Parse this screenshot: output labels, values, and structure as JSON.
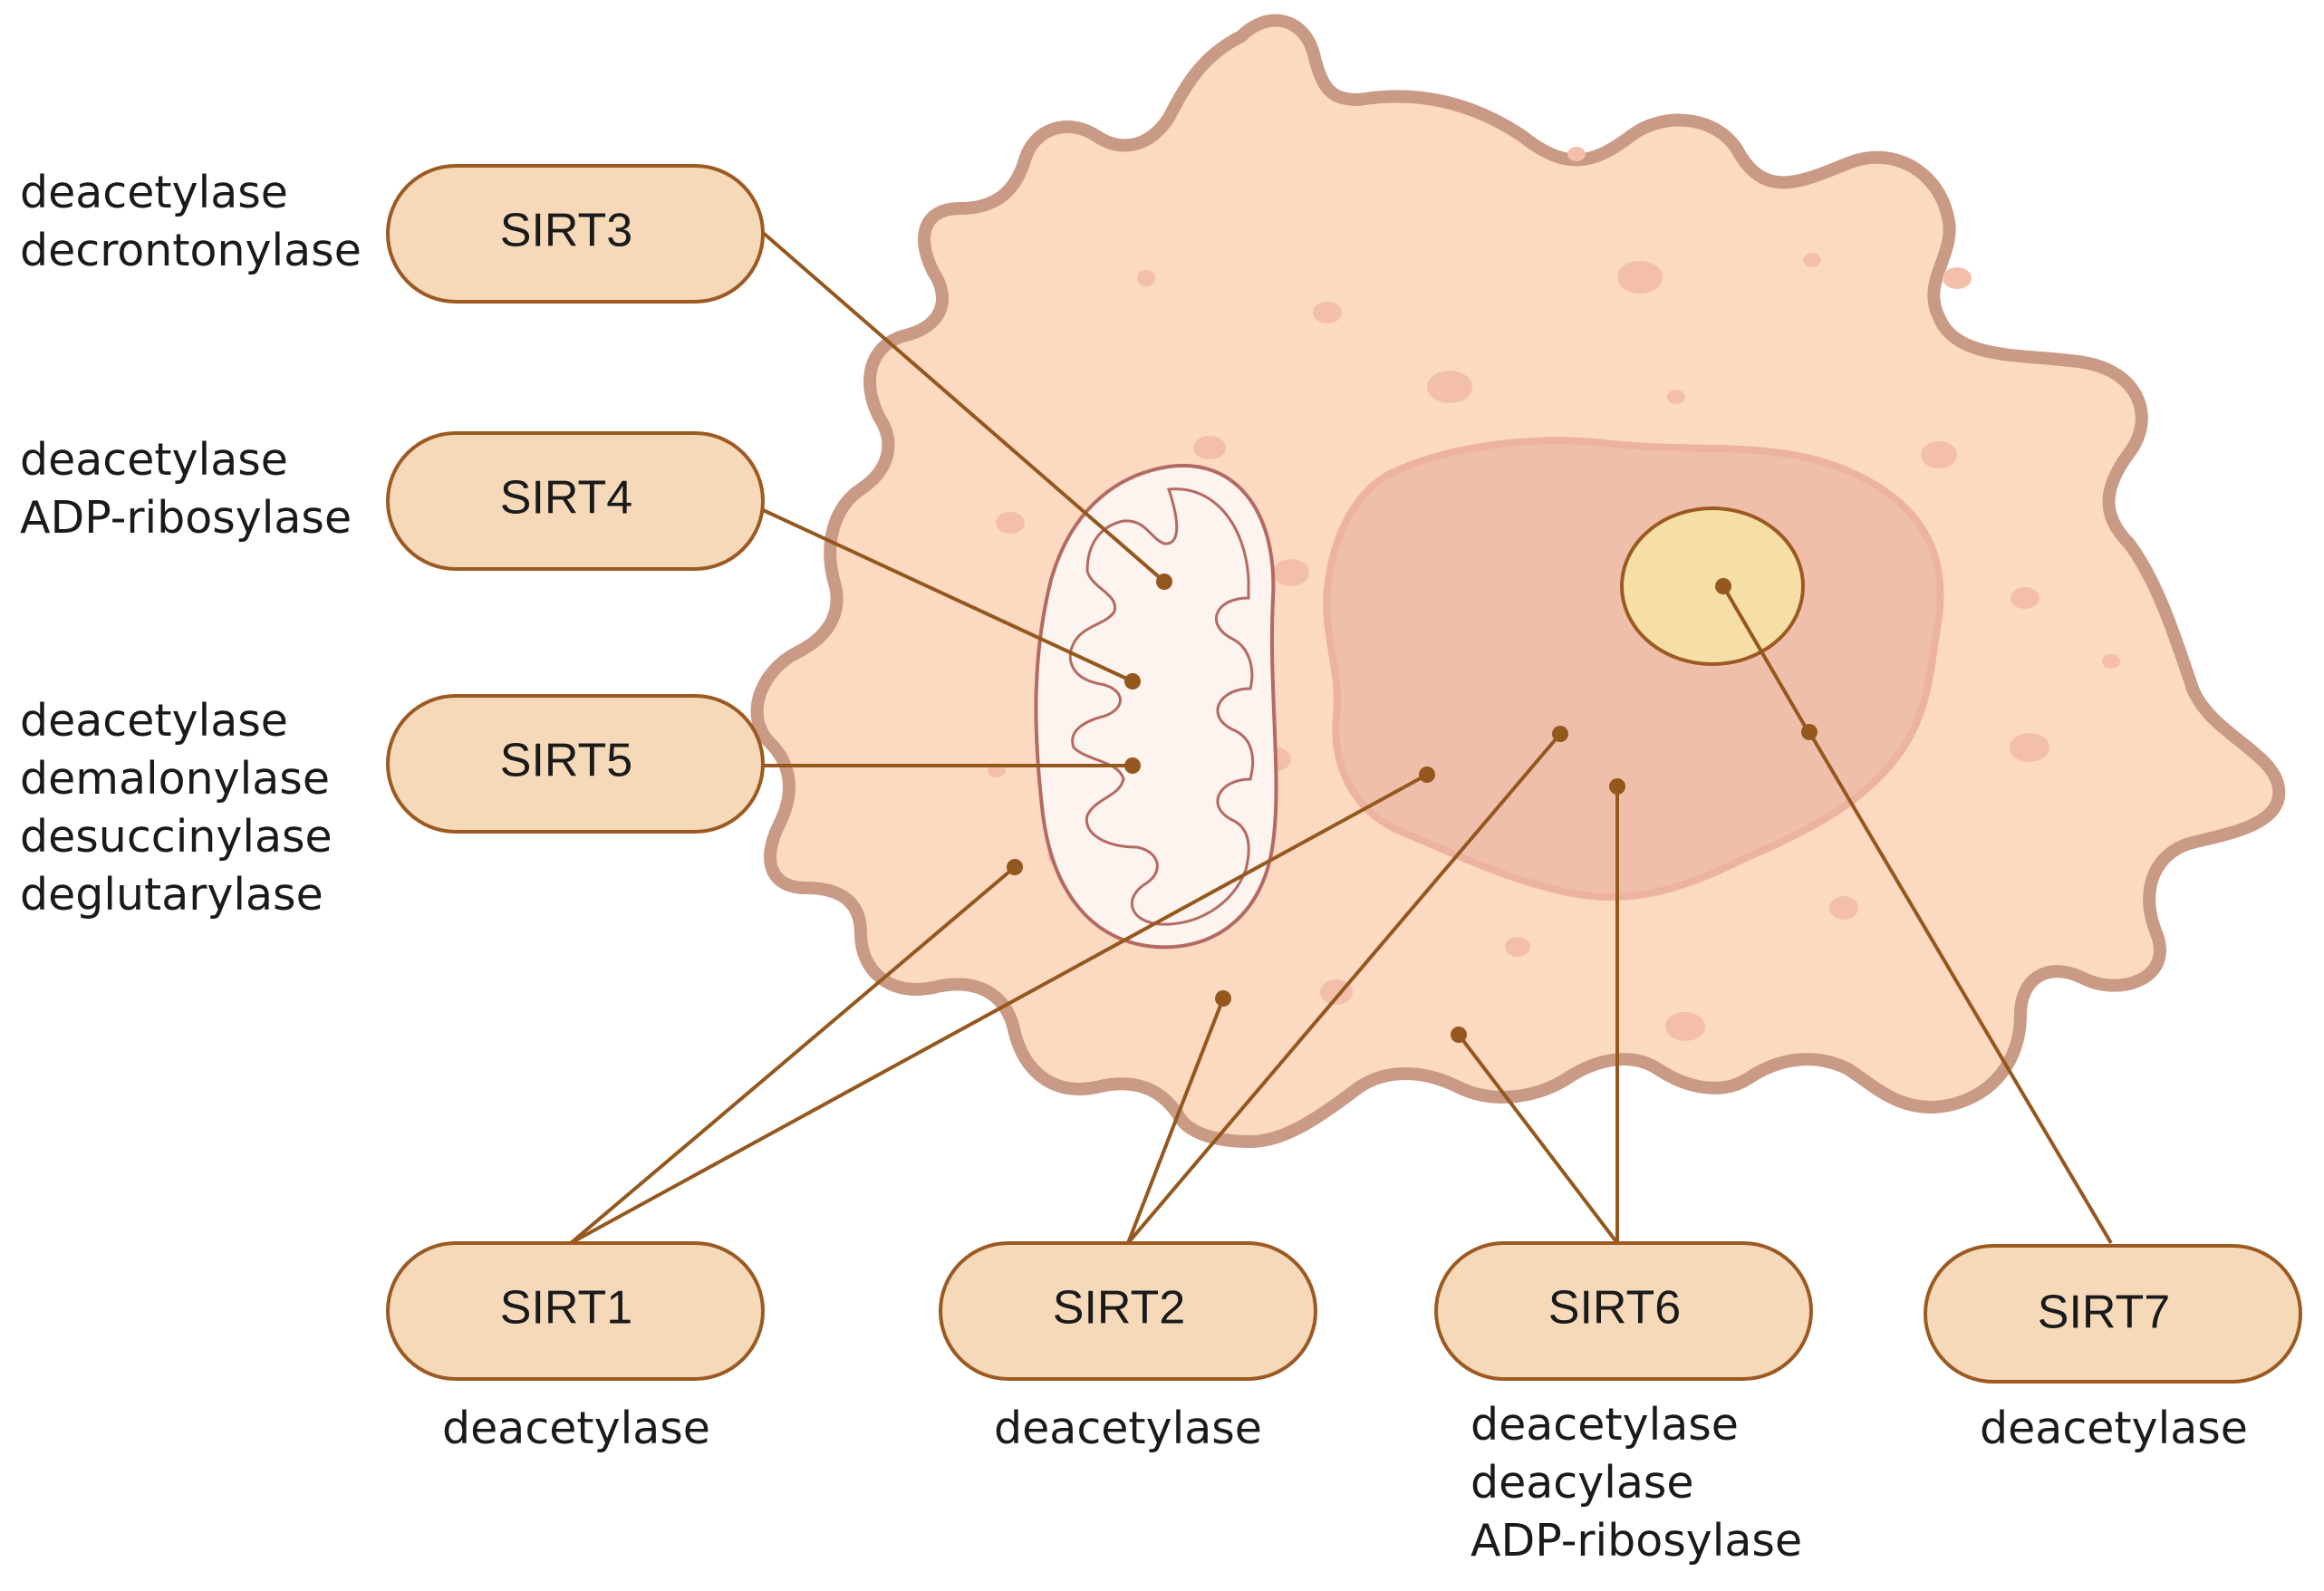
{
  "colors": {
    "cell_fill": "#fcd9c1",
    "cell_border": "#c99a86",
    "nucleus_fill": "#efbfab",
    "nucleolus_fill": "#f5dfa6",
    "pill_fill": "#f6d9b9",
    "pill_border": "#9c5a22",
    "leader_line": "#94581e",
    "mito_border": "#b36a63"
  },
  "labels": {
    "sirt1": {
      "name": "SIRT1",
      "functions": [
        "deacetylase"
      ]
    },
    "sirt2": {
      "name": "SIRT2",
      "functions": [
        "deacetylase"
      ]
    },
    "sirt3": {
      "name": "SIRT3",
      "functions": [
        "deacetylase",
        "decrontonylase"
      ]
    },
    "sirt4": {
      "name": "SIRT4",
      "functions": [
        "deacetylase",
        "ADP-ribosylase"
      ]
    },
    "sirt5": {
      "name": "SIRT5",
      "functions": [
        "deacetylase",
        "demalonylase",
        "desuccinylase",
        "deglutarylase"
      ]
    },
    "sirt6": {
      "name": "SIRT6",
      "functions": [
        "deacetylase",
        "deacylase",
        "ADP-ribosylase"
      ]
    },
    "sirt7": {
      "name": "SIRT7",
      "functions": [
        "deacetylase"
      ]
    }
  }
}
